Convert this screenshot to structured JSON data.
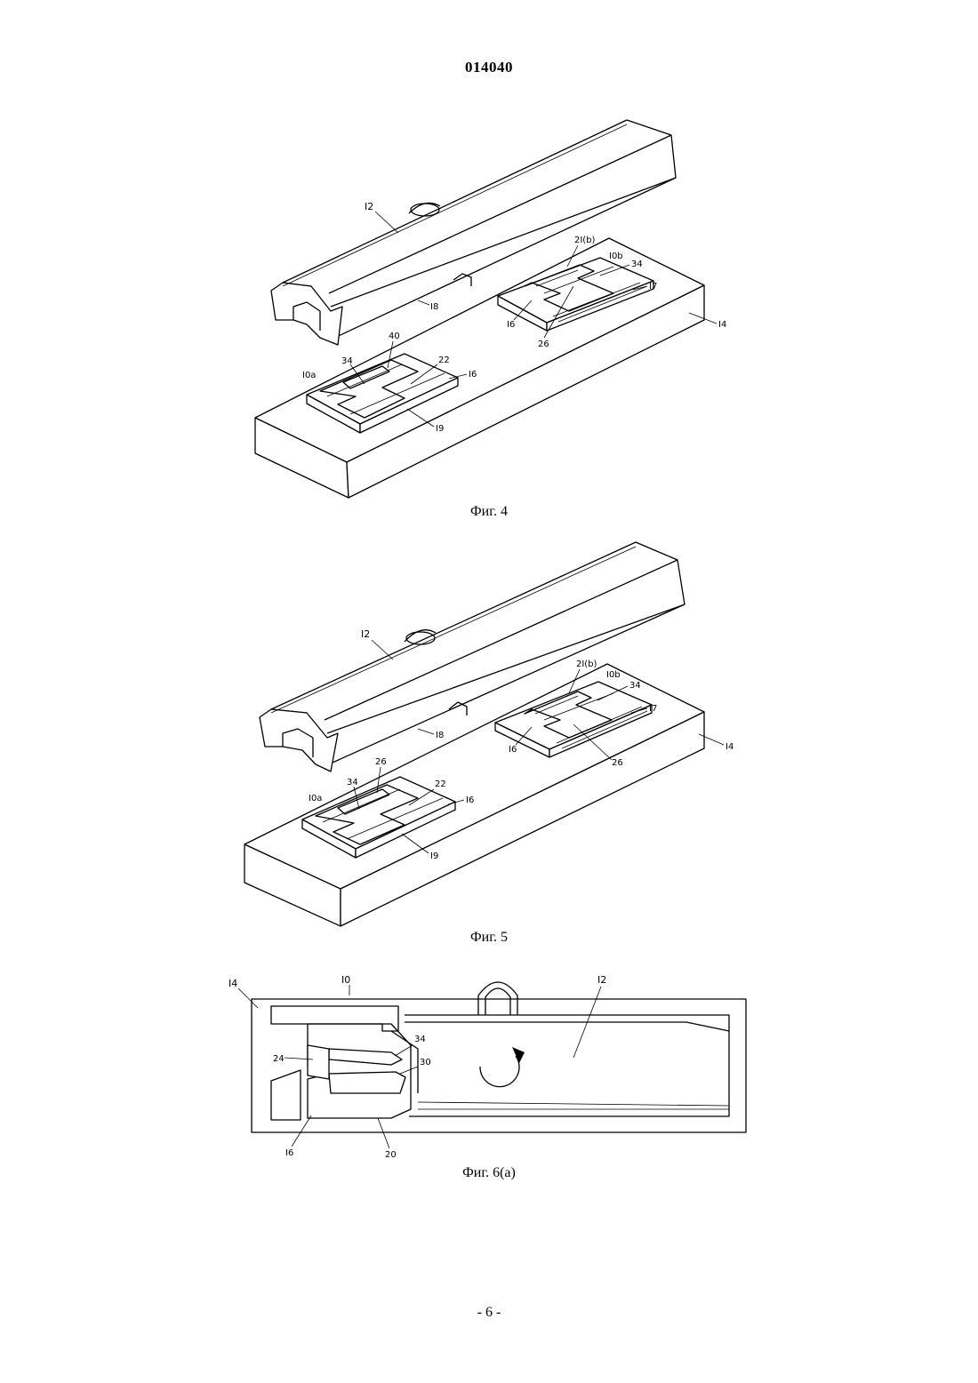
{
  "header": {
    "doc_number": "014040"
  },
  "figures": [
    {
      "caption": "Фиг. 4",
      "labels": {
        "l12": "I2",
        "l18": "I8",
        "l21b": "2I(b)",
        "l10b": "I0b",
        "l34b": "34",
        "l17": "I7",
        "l16b": "I6",
        "l26": "26",
        "l14": "I4",
        "l40": "40",
        "l34a": "34",
        "l22": "22",
        "l10a": "I0a",
        "l16a": "I6",
        "l19": "I9"
      }
    },
    {
      "caption": "Фиг. 5",
      "labels": {
        "l12": "I2",
        "l18": "I8",
        "l21b": "2I(b)",
        "l10b": "I0b",
        "l34b": "34",
        "l17": "I7",
        "l16b": "I6",
        "l26b": "26",
        "l14": "I4",
        "l26a": "26",
        "l34a": "34",
        "l22": "22",
        "l10a": "I0a",
        "l16a": "I6",
        "l19": "I9"
      }
    },
    {
      "caption": "Фиг. 6(a)",
      "labels": {
        "l10": "I0",
        "l12": "I2",
        "l14": "I4",
        "l34": "34",
        "l30": "30",
        "l24": "24",
        "l16": "I6",
        "l20": "20"
      }
    }
  ],
  "footer": {
    "page_number": "- 6 -"
  }
}
